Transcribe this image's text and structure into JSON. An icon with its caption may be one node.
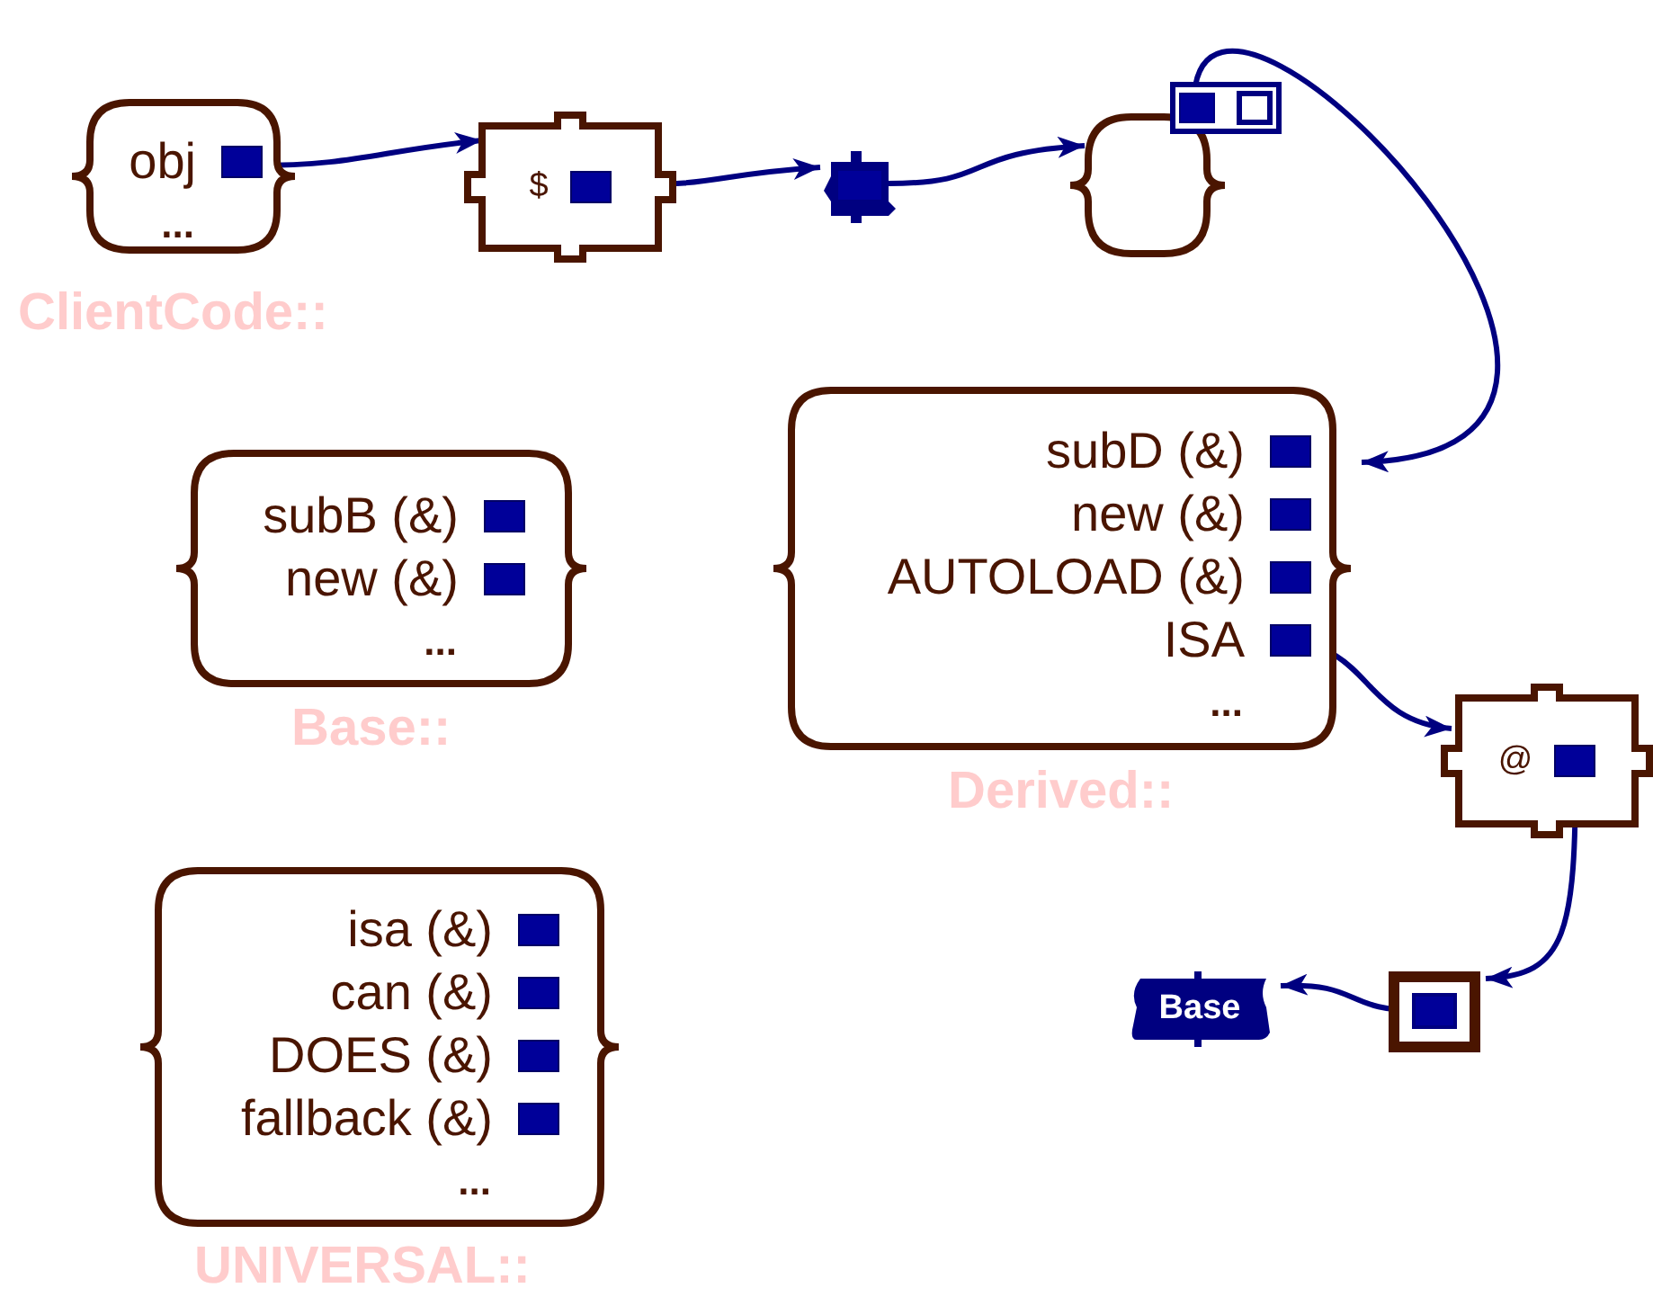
{
  "diagram": {
    "nodes": [
      {
        "text": [
          "obj",
          "..."
        ],
        "beside": [
          "ClientCode::"
        ]
      },
      {
        "text": [
          "$"
        ]
      },
      {
        "text": [],
        "shape": "box"
      },
      {
        "text": [],
        "shape": "box"
      },
      {
        "text": [
          "subD (&)",
          "new (&)",
          "AUTOLOAD (&)",
          "ISA",
          "..."
        ],
        "beside": [
          "Derived::"
        ]
      },
      {
        "text": [
          "subB (&)",
          "new (&)",
          "..."
        ],
        "beside": [
          "Base::"
        ]
      },
      {
        "text": [
          "@"
        ]
      },
      {
        "text": [],
        "shape": "box"
      },
      {
        "text": [
          "Base"
        ]
      },
      {
        "text": [
          "isa (&)",
          "can (&)",
          "DOES (&)",
          "fallback (&)",
          "..."
        ],
        "beside": [
          "UNIVERSAL::"
        ]
      }
    ],
    "edges": [
      {
        "from": 0,
        "to": 1,
        "arrow": "to"
      },
      {
        "from": 1,
        "to": 2,
        "arrow": "to"
      },
      {
        "from": 2,
        "to": 3,
        "arrow": "to"
      },
      {
        "from": 3,
        "to": 4,
        "arrow": "to"
      },
      {
        "from": 4,
        "to": 6,
        "arrow": "to"
      },
      {
        "from": 6,
        "to": 7,
        "arrow": "to"
      },
      {
        "from": 7,
        "to": 8,
        "arrow": "to"
      }
    ]
  }
}
